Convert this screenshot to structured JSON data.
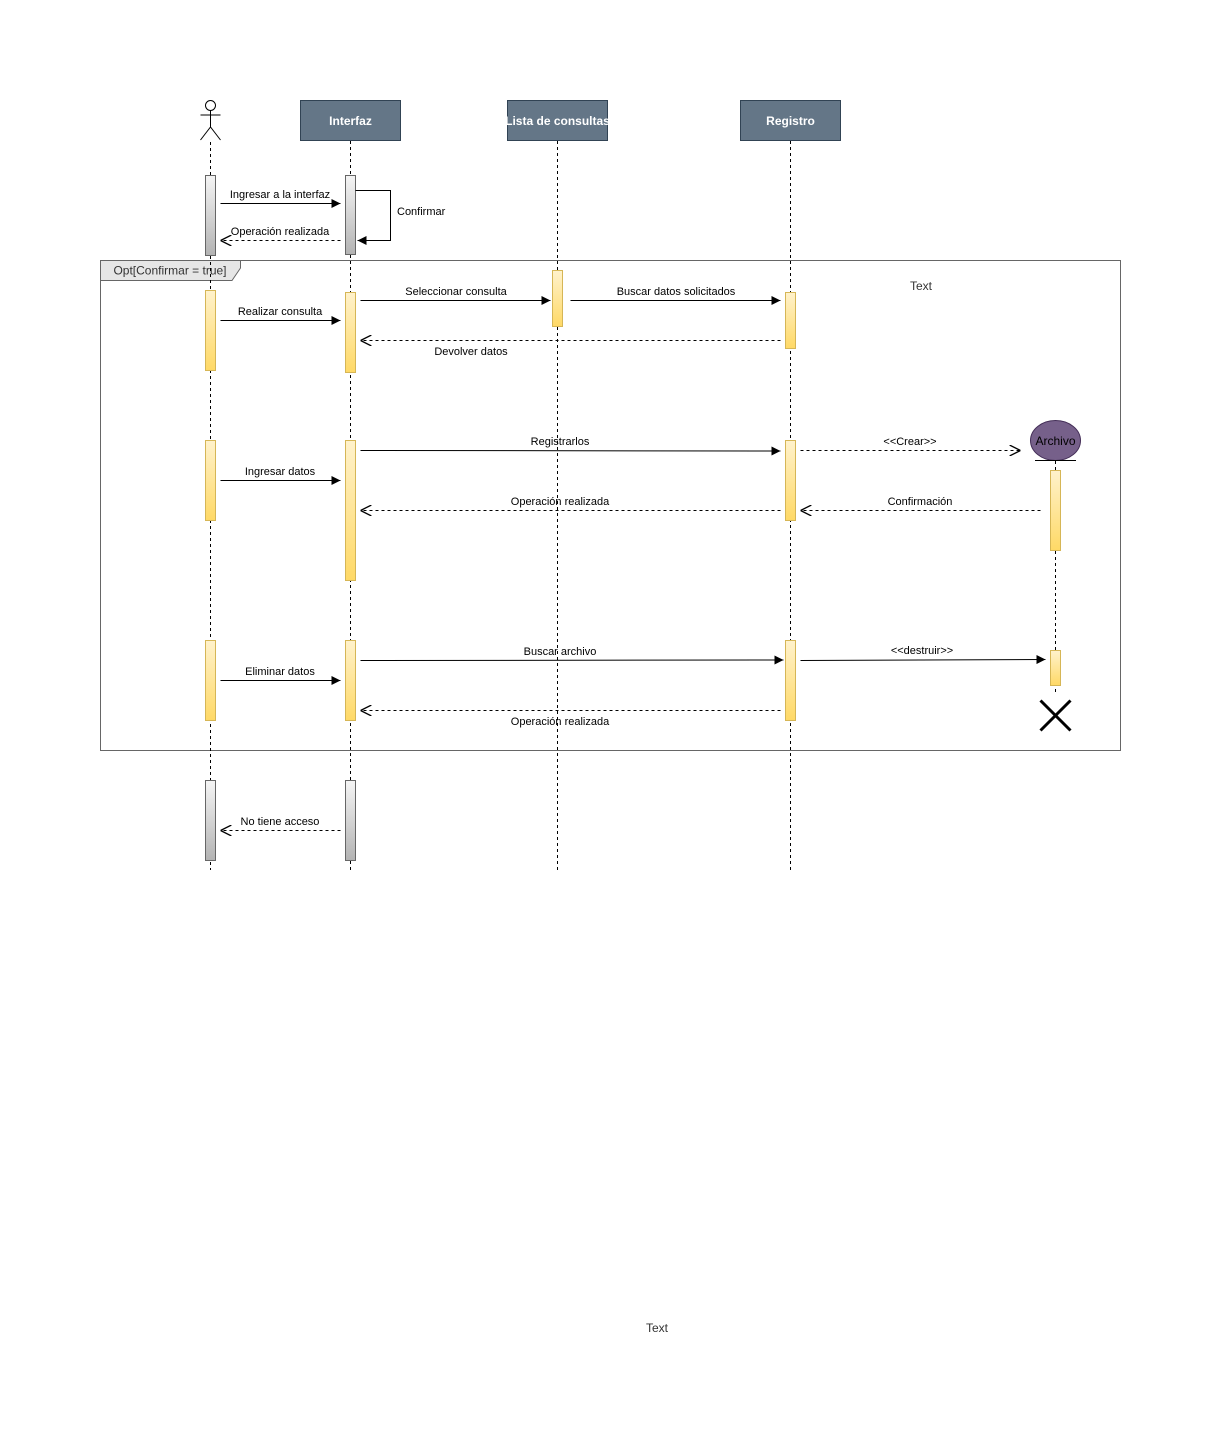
{
  "participants": {
    "actor": {
      "label": ""
    },
    "interfaz": {
      "label": "Interfaz"
    },
    "lista": {
      "label": "Lista de consultas"
    },
    "registro": {
      "label": "Registro"
    },
    "archivo": {
      "label": "Archivo"
    }
  },
  "frame": {
    "label": "Opt[Confirmar = true]"
  },
  "free_text": {
    "top": "Text",
    "bottom": "Text"
  },
  "messages": {
    "ingresar_interfaz": "Ingresar a la interfaz",
    "confirmar": "Confirmar",
    "operacion_realizada_1": "Operación realizada",
    "seleccionar_consulta": "Seleccionar consulta",
    "buscar_datos": "Buscar datos solicitados",
    "realizar_consulta": "Realizar consulta",
    "devolver_datos": "Devolver datos",
    "registrarlos": "Registrarlos",
    "crear": "<<Crear>>",
    "ingresar_datos": "Ingresar datos",
    "operacion_realizada_2": "Operación realizada",
    "confirmacion": "Confirmación",
    "buscar_archivo": "Buscar archivo",
    "destruir": "<<destruir>>",
    "eliminar_datos": "Eliminar datos",
    "operacion_realizada_3": "Operación realizada",
    "no_tiene_acceso": "No tiene acceso"
  },
  "colors": {
    "header_fill": "#647687",
    "header_stroke": "#314354",
    "archivo_fill": "#76608a",
    "archivo_stroke": "#432d57",
    "activation_yellow_top": "#fff2cc",
    "activation_yellow_bottom": "#ffd966",
    "activation_yellow_stroke": "#d6b656",
    "activation_gray_top": "#f5f5f5",
    "activation_gray_bottom": "#b3b3b3",
    "activation_gray_stroke": "#666666",
    "frame_stroke": "#666666",
    "frame_tab_fill": "#e6e6e6"
  }
}
